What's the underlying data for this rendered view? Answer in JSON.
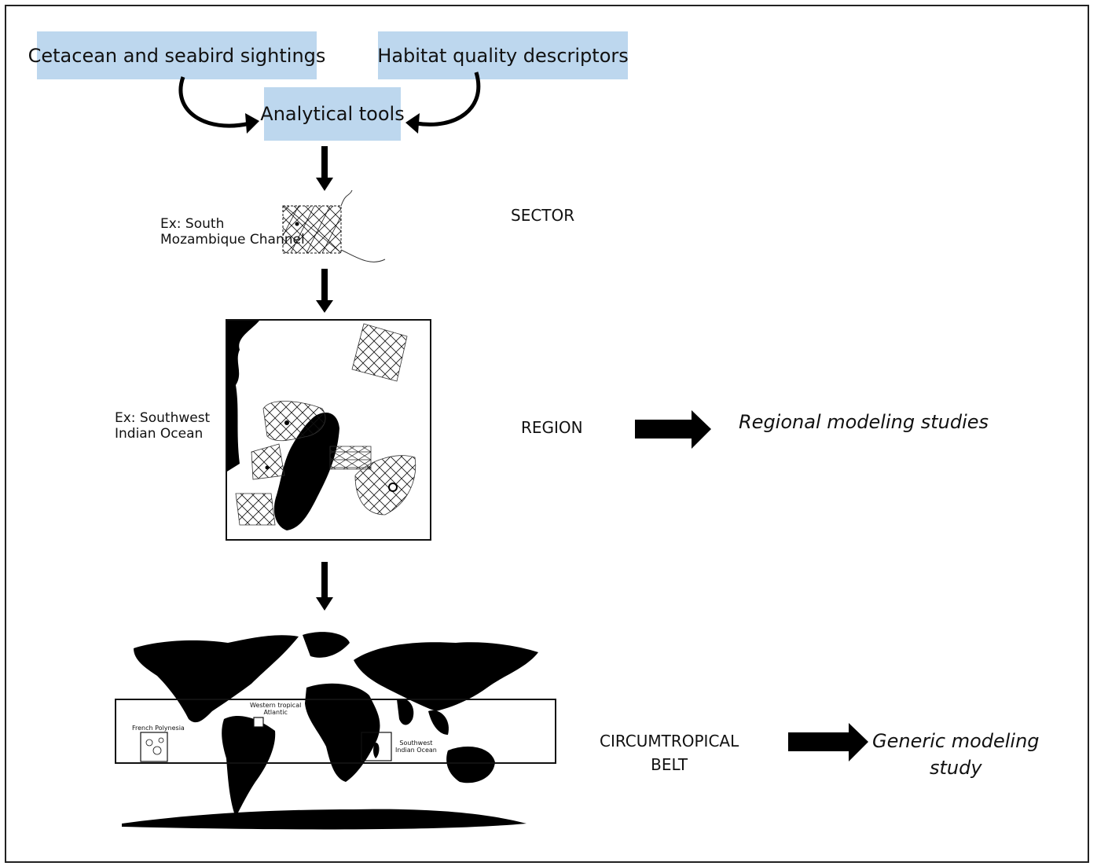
{
  "top": {
    "sightings_label": "Cetacean and seabird sightings",
    "habitat_label": "Habitat quality descriptors",
    "tools_label": "Analytical tools"
  },
  "levels": {
    "sector": {
      "example": "Ex: South\nMozambique Channel",
      "name": "SECTOR"
    },
    "region": {
      "example": "Ex: Southwest\nIndian  Ocean",
      "name": "REGION",
      "outcome": "Regional modeling studies"
    },
    "belt": {
      "name": "CIRCUMTROPICAL\nBELT",
      "outcome": "Generic modeling\nstudy",
      "map_labels": {
        "french_polynesia": "French Polynesia",
        "western_atlantic": "Western tropical\nAtlantic",
        "sw_indian": "Southwest\nIndian Ocean"
      }
    }
  },
  "colors": {
    "box_fill": "#bdd7ee",
    "ink": "#000000"
  }
}
